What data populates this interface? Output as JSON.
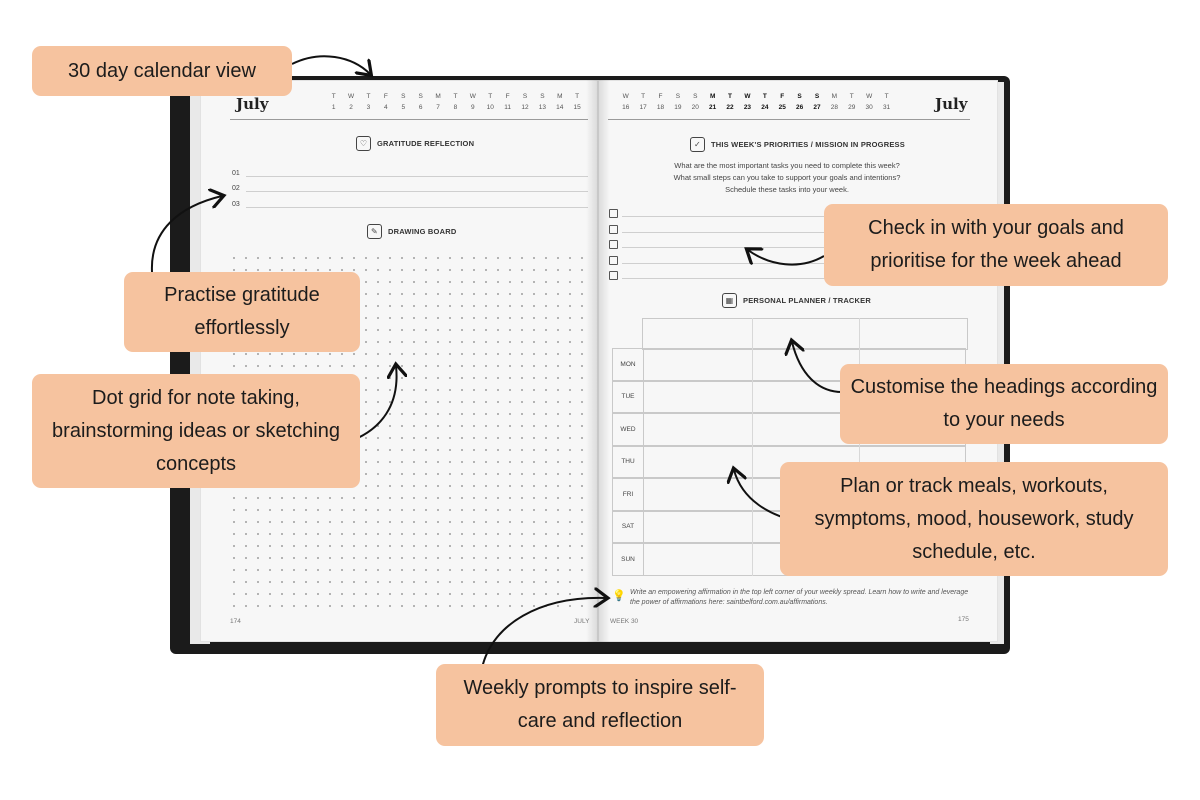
{
  "left_page": {
    "month": "July",
    "calendar_days": [
      {
        "dow": "T",
        "date": "1"
      },
      {
        "dow": "W",
        "date": "2"
      },
      {
        "dow": "T",
        "date": "3"
      },
      {
        "dow": "F",
        "date": "4"
      },
      {
        "dow": "S",
        "date": "5"
      },
      {
        "dow": "S",
        "date": "6"
      },
      {
        "dow": "M",
        "date": "7"
      },
      {
        "dow": "T",
        "date": "8"
      },
      {
        "dow": "W",
        "date": "9"
      },
      {
        "dow": "T",
        "date": "10"
      },
      {
        "dow": "F",
        "date": "11"
      },
      {
        "dow": "S",
        "date": "12"
      },
      {
        "dow": "S",
        "date": "13"
      },
      {
        "dow": "M",
        "date": "14"
      },
      {
        "dow": "T",
        "date": "15"
      }
    ],
    "gratitude_heading": "GRATITUDE REFLECTION",
    "gratitude_numbers": [
      "01",
      "02",
      "03"
    ],
    "drawing_heading": "DRAWING BOARD",
    "page_number": "174",
    "footer_month": "JULY"
  },
  "right_page": {
    "month": "July",
    "calendar_days": [
      {
        "dow": "W",
        "date": "16",
        "bold": false
      },
      {
        "dow": "T",
        "date": "17",
        "bold": false
      },
      {
        "dow": "F",
        "date": "18",
        "bold": false
      },
      {
        "dow": "S",
        "date": "19",
        "bold": false
      },
      {
        "dow": "S",
        "date": "20",
        "bold": false
      },
      {
        "dow": "M",
        "date": "21",
        "bold": true
      },
      {
        "dow": "T",
        "date": "22",
        "bold": true
      },
      {
        "dow": "W",
        "date": "23",
        "bold": true
      },
      {
        "dow": "T",
        "date": "24",
        "bold": true
      },
      {
        "dow": "F",
        "date": "25",
        "bold": true
      },
      {
        "dow": "S",
        "date": "26",
        "bold": true
      },
      {
        "dow": "S",
        "date": "27",
        "bold": true
      },
      {
        "dow": "M",
        "date": "28",
        "bold": false
      },
      {
        "dow": "T",
        "date": "29",
        "bold": false
      },
      {
        "dow": "W",
        "date": "30",
        "bold": false
      },
      {
        "dow": "T",
        "date": "31",
        "bold": false
      }
    ],
    "priorities_heading": "THIS WEEK'S PRIORITIES / MISSION IN PROGRESS",
    "priorities_prompt": [
      "What are the most important tasks you need to complete this week?",
      "What small steps can you take to support your goals and intentions?",
      "Schedule these tasks into your week."
    ],
    "planner_heading": "PERSONAL PLANNER / TRACKER",
    "days": [
      "MON",
      "TUE",
      "WED",
      "THU",
      "FRI",
      "SAT",
      "SUN"
    ],
    "affirmation_note": "Write an empowering affirmation in the top left corner of your weekly spread. Learn how to write and leverage the power of affirmations here: saintbelford.com.au/affirmations.",
    "footer_week": "WEEK 30",
    "page_number": "175"
  },
  "callouts": {
    "calendar": "30 day calendar view",
    "gratitude": "Practise gratitude effortlessly",
    "dotgrid": "Dot grid for note taking, brainstorming ideas or sketching concepts",
    "goals": "Check in with your goals and prioritise for the week ahead",
    "headings": "Customise the headings according to your needs",
    "tracking": "Plan or track meals, workouts, symptoms, mood, housework, study schedule, etc.",
    "prompts": "Weekly prompts to inspire self-care and reflection"
  },
  "colors": {
    "callout_bg": "#f6c39f",
    "book_cover": "#1b1b1b",
    "page": "#f7f7f7"
  }
}
